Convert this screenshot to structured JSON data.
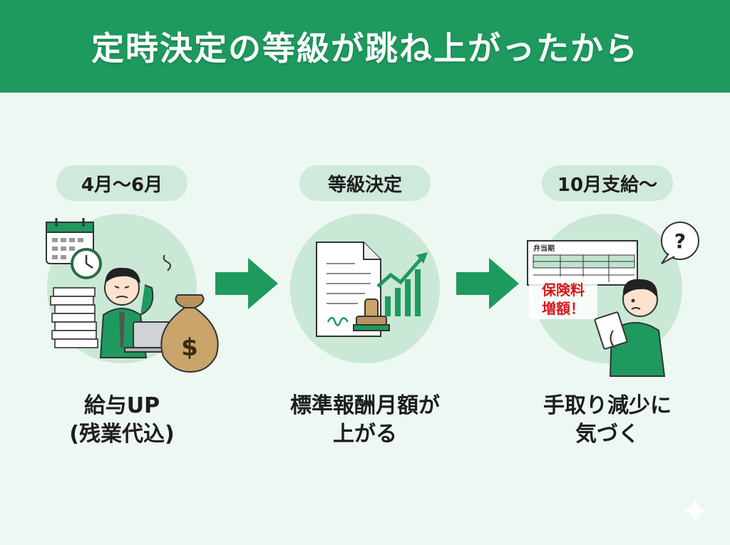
{
  "title": "定時決定の等級が跳ね上がったから",
  "steps": [
    {
      "label": "4月〜6月",
      "caption": [
        "給与UP",
        "(残業代込)"
      ]
    },
    {
      "label": "等級決定",
      "caption": [
        "標準報酬月額が",
        "上がる"
      ]
    },
    {
      "label": "10月支給〜",
      "caption": [
        "手取り減少に",
        "気づく"
      ]
    }
  ],
  "step3_art": {
    "sheet_title": "弁当期",
    "stamp_lines": [
      "保険料",
      "増額！"
    ],
    "bubble": "?"
  },
  "step1_art": {
    "money_symbol": "$"
  },
  "colors": {
    "header": "#1e9a5f",
    "accent": "#1e9a5f",
    "circle": "#c9e8d5",
    "pill": "#cfe9da",
    "alert": "#d7191c"
  }
}
